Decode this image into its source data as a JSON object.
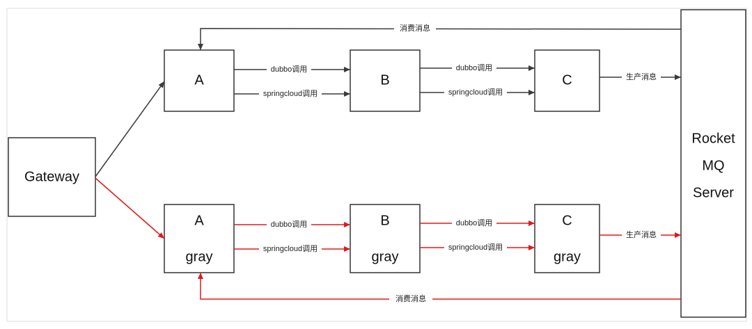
{
  "colors": {
    "normal_edge": "#3a3a3a",
    "gray_edge": "#e0191b",
    "node_border": "#333333",
    "frame": "#dcdcdc"
  },
  "nodes": {
    "gateway": {
      "label": "Gateway"
    },
    "a": {
      "label": "A"
    },
    "b": {
      "label": "B"
    },
    "c": {
      "label": "C"
    },
    "a_gray": {
      "label_top": "A",
      "label_bottom": "gray"
    },
    "b_gray": {
      "label_top": "B",
      "label_bottom": "gray"
    },
    "c_gray": {
      "label_top": "C",
      "label_bottom": "gray"
    },
    "mq": {
      "line1": "Rocket",
      "line2": "MQ",
      "line3": "Server"
    }
  },
  "edges": {
    "consume_top": "消费消息",
    "consume_bottom": "消费消息",
    "produce_top": "生产消息",
    "produce_bottom": "生产消息",
    "ab_dubbo": "dubbo调用",
    "ab_springcloud": "springcloud调用",
    "bc_dubbo": "dubbo调用",
    "bc_springcloud": "springcloud调用",
    "ab_gray_dubbo": "dubbo调用",
    "ab_gray_springcloud": "springcloud调用",
    "bc_gray_dubbo": "dubbo调用",
    "bc_gray_springcloud": "springcloud调用"
  }
}
